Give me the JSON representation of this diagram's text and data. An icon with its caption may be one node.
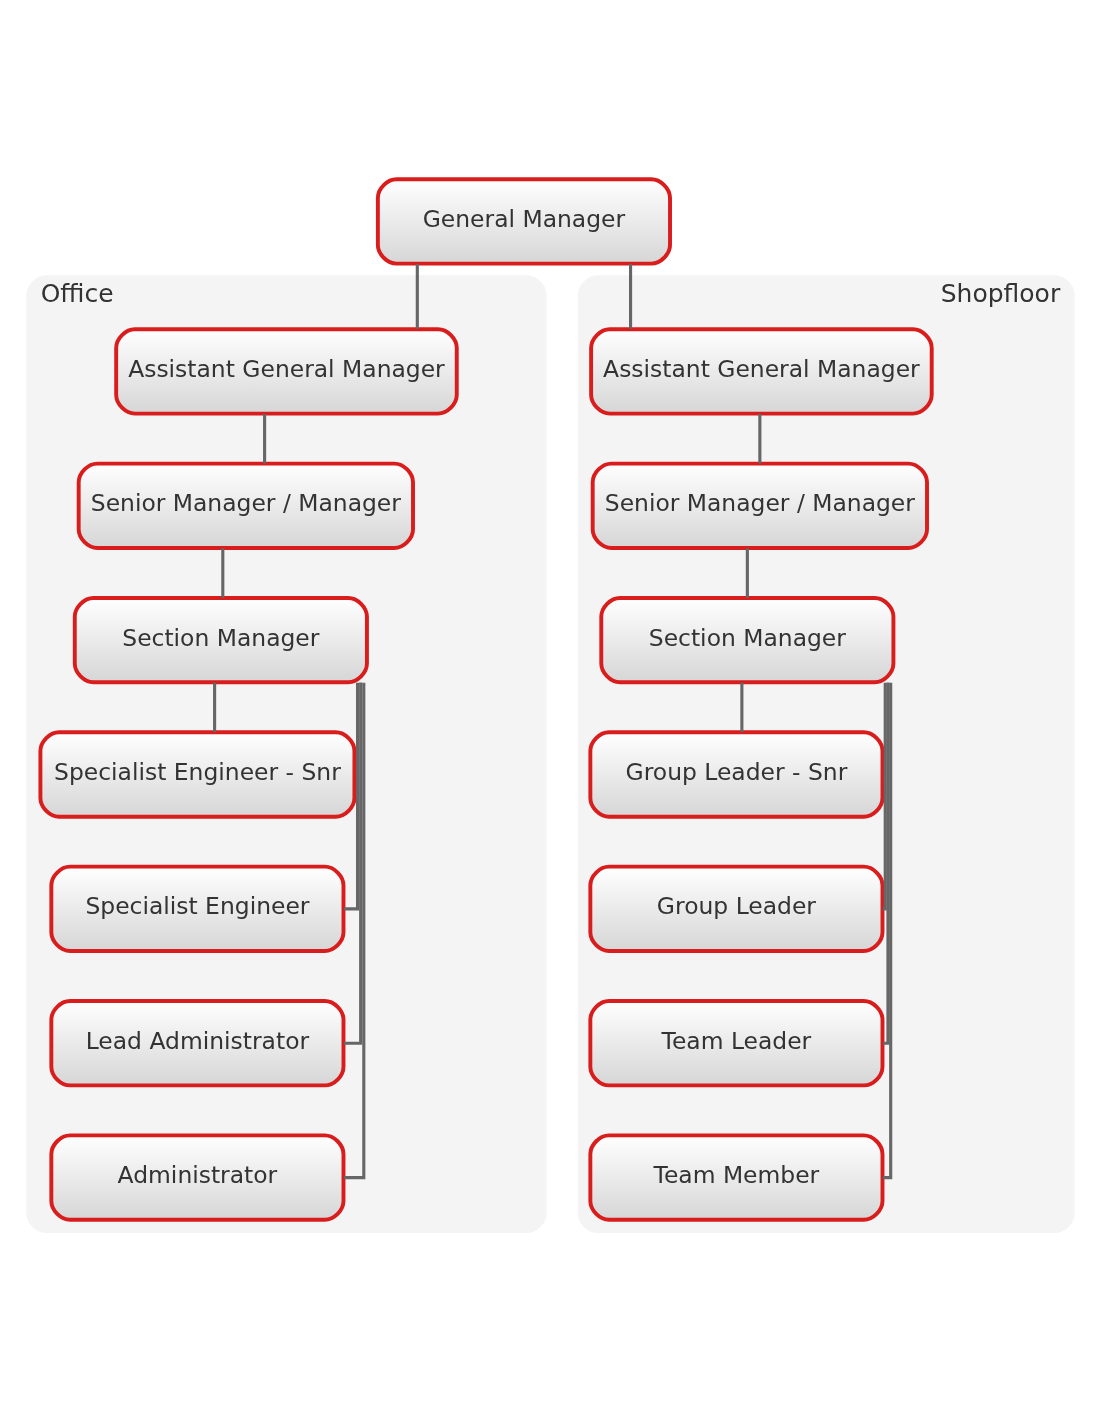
{
  "diagram": {
    "nodes": [
      {
        "text": [
          "Office"
        ]
      },
      {
        "text": [
          "Shopfloor"
        ]
      },
      {
        "text": [
          "General Manager"
        ]
      },
      {
        "text": [
          "Assistant General Manager"
        ],
        "in": 0
      },
      {
        "text": [
          "Senior Manager / Manager"
        ],
        "in": 0
      },
      {
        "text": [
          "Section Manager"
        ],
        "in": 0
      },
      {
        "text": [
          "Specialist Engineer - Snr"
        ],
        "in": 0
      },
      {
        "text": [
          "Specialist Engineer"
        ],
        "in": 0
      },
      {
        "text": [
          "Lead Administrator"
        ],
        "in": 0
      },
      {
        "text": [
          "Administrator"
        ],
        "in": 0
      },
      {
        "text": [
          "Assistant General Manager"
        ],
        "in": 1
      },
      {
        "text": [
          "Senior Manager / Manager"
        ],
        "in": 1
      },
      {
        "text": [
          "Section Manager"
        ],
        "in": 1
      },
      {
        "text": [
          "Group Leader - Snr"
        ],
        "in": 1
      },
      {
        "text": [
          "Group Leader"
        ],
        "in": 1
      },
      {
        "text": [
          "Team Leader"
        ],
        "in": 1
      },
      {
        "text": [
          "Team Member"
        ],
        "in": 1
      }
    ],
    "edges": [
      {
        "from": 2,
        "to": 3,
        "arrow": "none"
      },
      {
        "from": 2,
        "to": 10,
        "arrow": "none"
      },
      {
        "from": 3,
        "to": 4,
        "arrow": "none"
      },
      {
        "from": 4,
        "to": 5,
        "arrow": "none"
      },
      {
        "from": 5,
        "to": 6,
        "arrow": "none"
      },
      {
        "from": 5,
        "to": 7,
        "arrow": "none"
      },
      {
        "from": 5,
        "to": 8,
        "arrow": "none"
      },
      {
        "from": 5,
        "to": 9,
        "arrow": "none"
      },
      {
        "from": 10,
        "to": 11,
        "arrow": "none"
      },
      {
        "from": 11,
        "to": 12,
        "arrow": "none"
      },
      {
        "from": 12,
        "to": 13,
        "arrow": "none"
      },
      {
        "from": 12,
        "to": 14,
        "arrow": "none"
      },
      {
        "from": 12,
        "to": 15,
        "arrow": "none"
      },
      {
        "from": 12,
        "to": 16,
        "arrow": "none"
      }
    ]
  }
}
